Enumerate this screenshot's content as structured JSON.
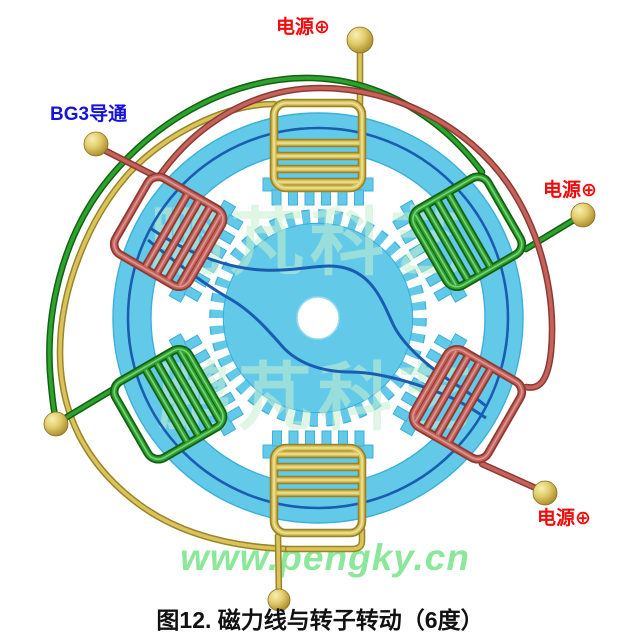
{
  "diagram": {
    "caption": "图12.  磁力线与转子转动（6度）",
    "labels": {
      "power_top": "电源⊕",
      "power_right": "电源⊕",
      "power_bottom_right": "电源⊕",
      "transistor": "BG3导通"
    },
    "watermark": {
      "site": "www.pengky.cn",
      "brand_row1": "鹏芃科艺",
      "brand_row2": "鹏芃科艺"
    },
    "colors": {
      "stator_rotor": "#63c9e9",
      "edge": "#3cb0d9",
      "flux": "#1a5cb0",
      "phase_yellow": "#d9c45c",
      "phase_yellow_dark": "#9a8428",
      "phase_green": "#2ca42c",
      "phase_green_dark": "#156015",
      "phase_red": "#c4625c",
      "phase_red_dark": "#8e3a32",
      "terminal": "#e2ce6e",
      "label_power": "#f20a0a",
      "label_bg3": "#1414d8",
      "caption_text": "#111111",
      "watermark_green": "#8be89b"
    }
  }
}
